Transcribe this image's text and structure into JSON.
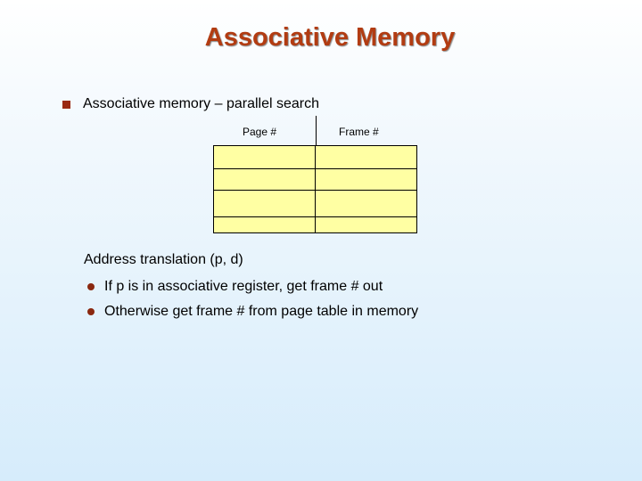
{
  "title": "Associative Memory",
  "main_bullet": "Associative memory – parallel search",
  "table": {
    "headers": [
      "Page #",
      "Frame #"
    ],
    "rows": [
      [
        "",
        ""
      ],
      [
        "",
        ""
      ],
      [
        "",
        ""
      ],
      [
        "",
        ""
      ]
    ]
  },
  "address_translation": {
    "heading": "Address translation (p, d)",
    "items": [
      "If p is in associative register, get frame # out",
      "Otherwise get frame # from page table in memory"
    ]
  }
}
